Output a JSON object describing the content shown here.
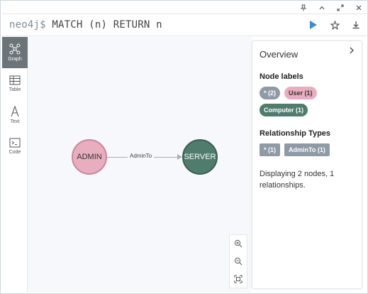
{
  "query": {
    "prompt": "neo4j$",
    "text": "MATCH (n) RETURN n"
  },
  "sidebar": {
    "items": [
      {
        "label": "Graph",
        "icon": "graph-icon",
        "active": true
      },
      {
        "label": "Table",
        "icon": "table-icon",
        "active": false
      },
      {
        "label": "Text",
        "icon": "text-icon",
        "active": false
      },
      {
        "label": "Code",
        "icon": "code-icon",
        "active": false
      }
    ]
  },
  "graph": {
    "nodes": [
      {
        "label": "ADMIN",
        "color": "#e8aebf"
      },
      {
        "label": "SERVER",
        "color": "#4f7c6c"
      }
    ],
    "relationship": {
      "label": "AdminTo"
    }
  },
  "overview": {
    "title": "Overview",
    "node_labels_heading": "Node labels",
    "node_labels": [
      {
        "text": "* (2)",
        "color": "#8f9aa6"
      },
      {
        "text": "User (1)",
        "color": "#e8aebf"
      },
      {
        "text": "Computer (1)",
        "color": "#4f7c6c"
      }
    ],
    "rel_types_heading": "Relationship Types",
    "rel_types": [
      {
        "text": "* (1)"
      },
      {
        "text": "AdminTo (1)"
      }
    ],
    "description": "Displaying 2 nodes, 1 relationships."
  }
}
